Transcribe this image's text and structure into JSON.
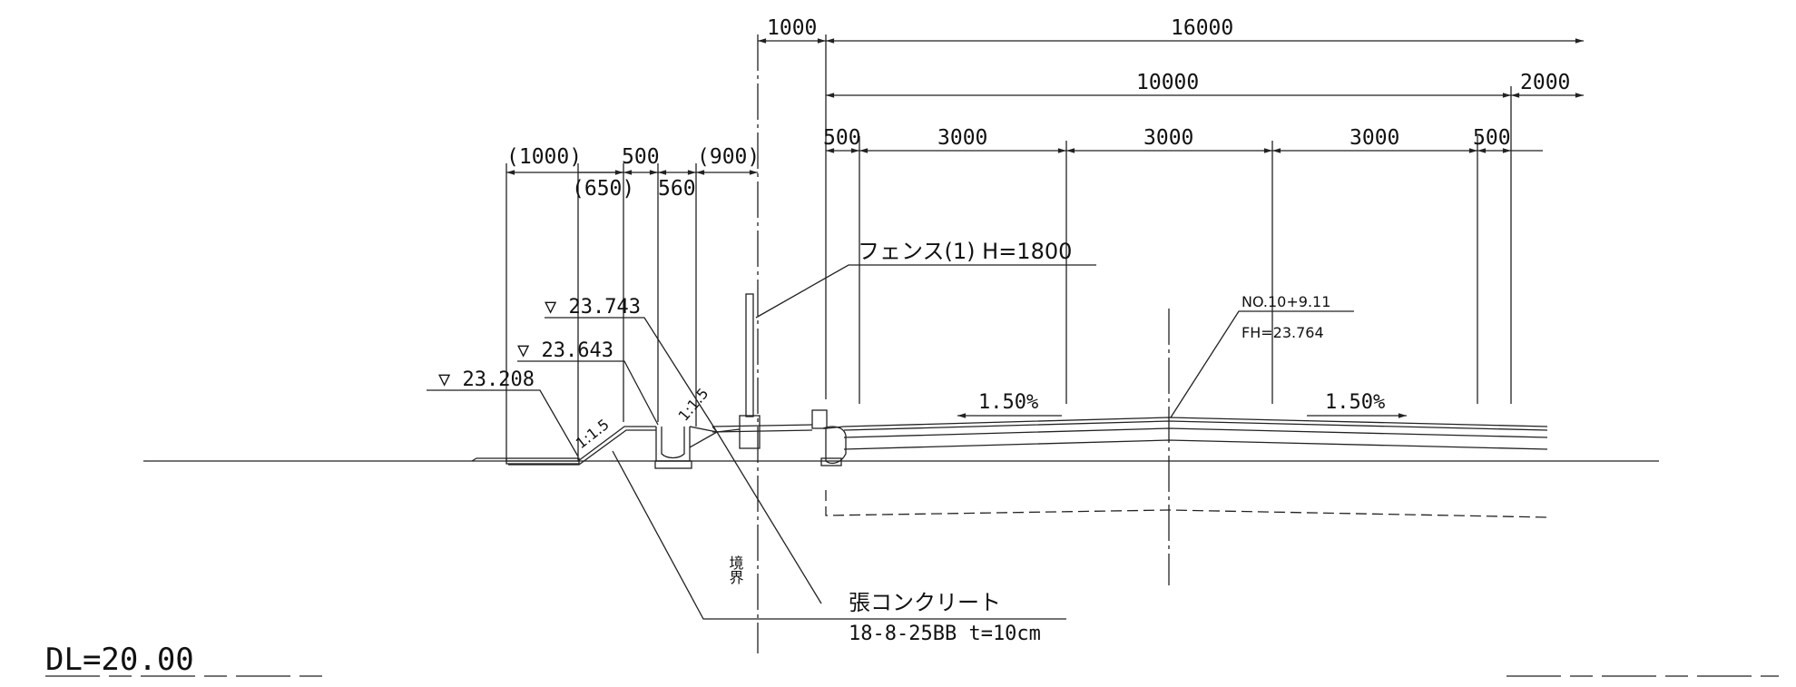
{
  "dimensions": {
    "d1000_top": "1000",
    "d16000": "16000",
    "d10000": "10000",
    "d2000": "2000",
    "d500_left": "500",
    "d3000_a": "3000",
    "d3000_b": "3000",
    "d3000_c": "3000",
    "d500_right": "500",
    "d1000_paren": "(1000)",
    "d500_mid": "500",
    "d900_paren": "(900)",
    "d650_paren": "(650)",
    "d560": "560"
  },
  "elevations": {
    "e1": "▽ 23.743",
    "e2": "▽ 23.643",
    "e3": "▽ 23.208"
  },
  "slopes": {
    "s1": "1:1.5",
    "s2": "1:1.5"
  },
  "gradients": {
    "left": "1.50%",
    "right": "1.50%"
  },
  "annotations": {
    "fence": "フェンス(1) H=1800",
    "station": "NO.10+9.11",
    "fh": "FH=23.764",
    "boundary": "境界",
    "concrete_title": "張コンクリート",
    "concrete_spec": "18-8-25BB t=10cm"
  },
  "datum": {
    "label": "DL=20.00"
  },
  "colors": {
    "line": "#222222",
    "background": "#ffffff"
  }
}
